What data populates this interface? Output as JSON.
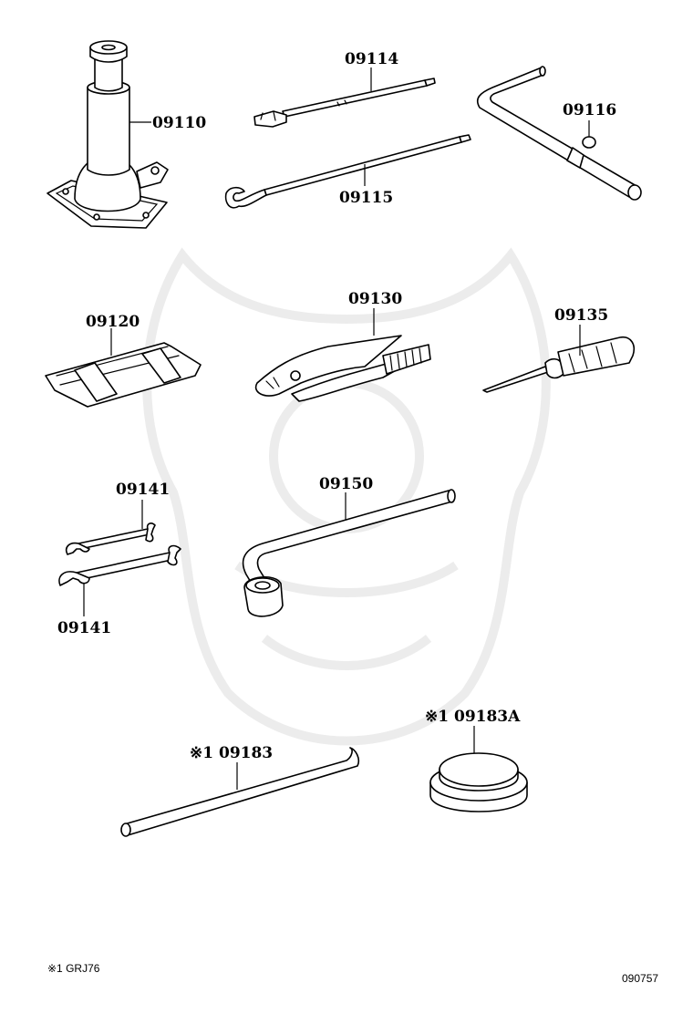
{
  "parts": [
    {
      "id": "jack",
      "label": "09110"
    },
    {
      "id": "handle-extension",
      "label": "09114"
    },
    {
      "id": "jack-handle",
      "label": "09115"
    },
    {
      "id": "crank-handle",
      "label": "09116"
    },
    {
      "id": "tool-bag",
      "label": "09120"
    },
    {
      "id": "pliers",
      "label": "09130"
    },
    {
      "id": "screwdriver",
      "label": "09135"
    },
    {
      "id": "wrench-upper",
      "label": "09141"
    },
    {
      "id": "wrench-lower",
      "label": "09141"
    },
    {
      "id": "lug-wrench",
      "label": "09150"
    },
    {
      "id": "tire-lever",
      "label": "※1 09183"
    },
    {
      "id": "cap",
      "label": "※1 09183A"
    }
  ],
  "footnote": "※1 GRJ76",
  "diagram_number": "090757"
}
